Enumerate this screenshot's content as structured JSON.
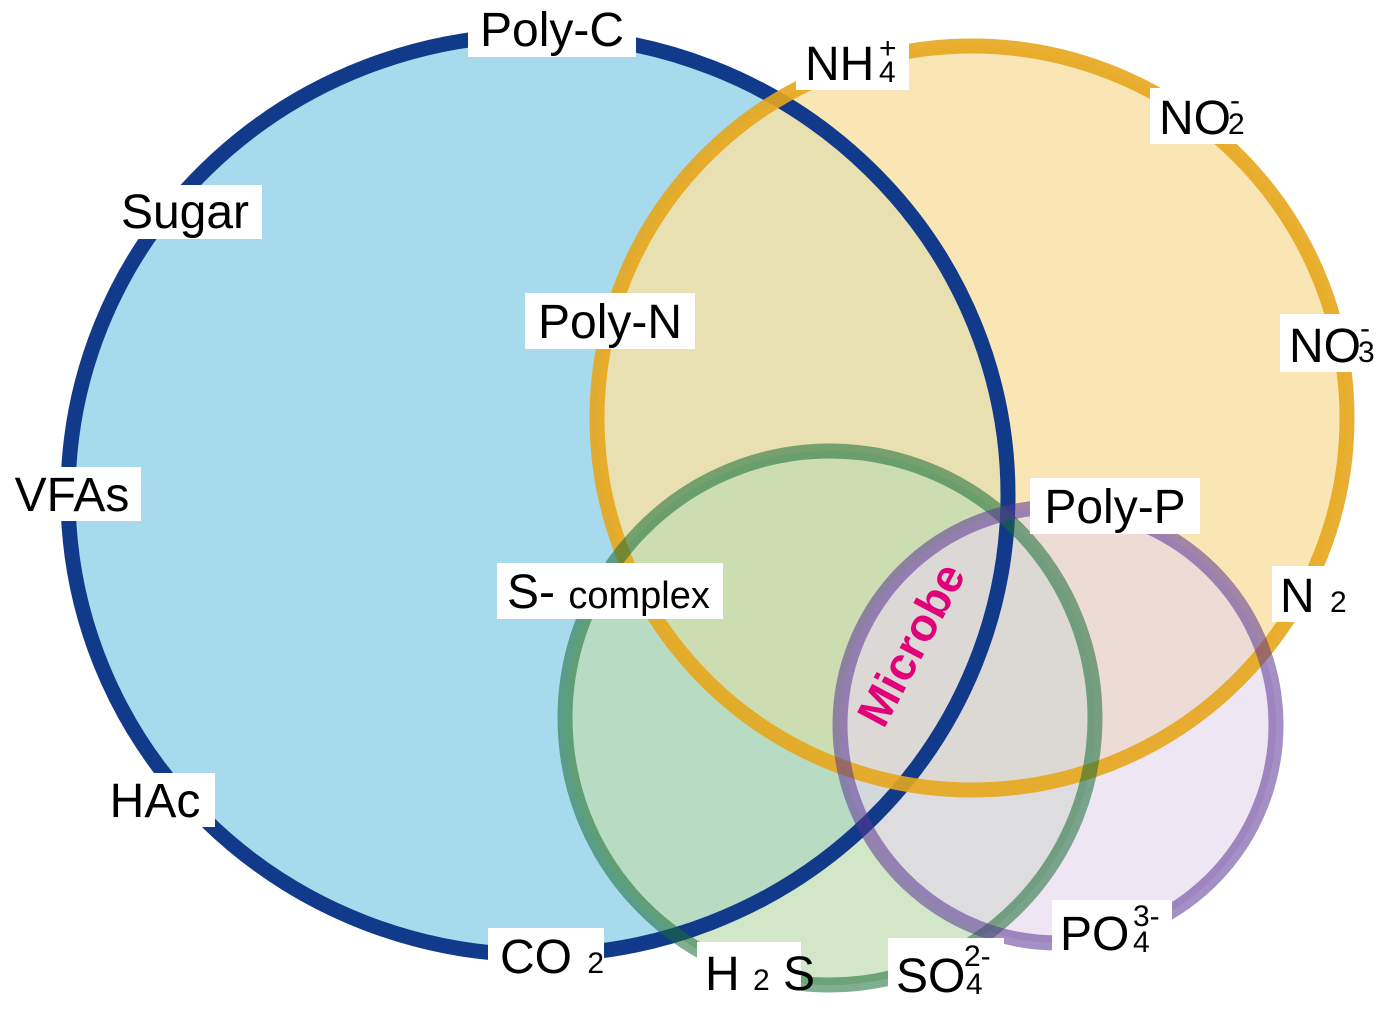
{
  "colors": {
    "carbon_fill": "#a7daed",
    "carbon_ring": "#123a8a",
    "nitrogen_fill": "#f8e1a4",
    "nitrogen_ring": "#e6a61c",
    "sulfur_fill": "#bfdcb0",
    "sulfur_ring": "#176b35",
    "phosphorus_fill": "#e5d6ec",
    "phosphorus_ring": "#5a3594",
    "center_label": "#e2007a"
  },
  "labels": {
    "poly_c": "Poly-C",
    "sugar": "Sugar",
    "vfas": "VFAs",
    "hac": "HAc",
    "co2_main": "CO",
    "co2_sub": "2",
    "nh4_main": "NH",
    "nh4_sup": "+",
    "nh4_sub": "4",
    "no2_main": "NO",
    "no2_sup": "-",
    "no2_sub": "2",
    "no3_main": "NO",
    "no3_sup": "-",
    "no3_sub": "3",
    "poly_n": "Poly-N",
    "n2_main": "N",
    "n2_sub": "2",
    "poly_p": "Poly-P",
    "po4_main": "PO",
    "po4_sup": "3-",
    "po4_sub": "4",
    "s_complex_prefix": "S-",
    "s_complex_rest": "complex",
    "h2s_h": "H",
    "h2s_sub": "2",
    "h2s_s": "S",
    "so4_main": "SO",
    "so4_sup": "2-",
    "so4_sub": "4",
    "center": "Microbe"
  }
}
